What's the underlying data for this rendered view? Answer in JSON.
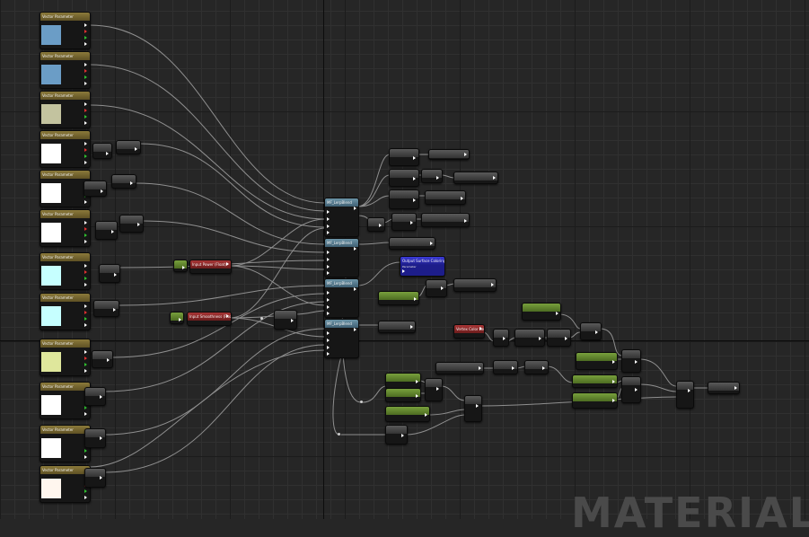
{
  "watermark": "MATERIAL",
  "left_parameters": [
    {
      "title": "Vector Parameter",
      "color": "#6b9dc6"
    },
    {
      "title": "Vector Parameter",
      "color": "#6b9dc6"
    },
    {
      "title": "Vector Parameter",
      "color": "#c3c39f"
    },
    {
      "title": "Vector Parameter",
      "color": "#ffffff"
    },
    {
      "title": "Vector Parameter",
      "color": "#ffffff"
    },
    {
      "title": "Vector Parameter",
      "color": "#ffffff"
    },
    {
      "title": "Vector Parameter",
      "color": "#c6ffff"
    },
    {
      "title": "Vector Parameter",
      "color": "#c6ffff"
    },
    {
      "title": "Vector Parameter",
      "color": "#dfe79c"
    },
    {
      "title": "Vector Parameter",
      "color": "#ffffff"
    },
    {
      "title": "Vector Parameter",
      "color": "#ffffff"
    },
    {
      "title": "Vector Parameter",
      "color": "#fff6ee"
    }
  ],
  "inputs": {
    "power_input": {
      "title": "Input Power (Float)"
    },
    "smoothness_input": {
      "title": "Input Smoothness (Float)"
    }
  },
  "functions": [
    {
      "title": "MF_LerpBlend"
    },
    {
      "title": "MF_LerpBlend"
    },
    {
      "title": "MF_LerpBlend"
    },
    {
      "title": "MF_LerpBlend"
    }
  ],
  "output_blue": {
    "title": "Output Surface Coloring",
    "sub": "Parameter"
  },
  "red_center": {
    "title": "Vertex Color Red"
  },
  "colors": {
    "wire": "#9a9a9a",
    "param_header": "#8c7a3a",
    "function_header": "#6d95a8",
    "green_header": "#78a03c",
    "red_header": "#a83535",
    "blue_header": "#3b3bd8"
  }
}
